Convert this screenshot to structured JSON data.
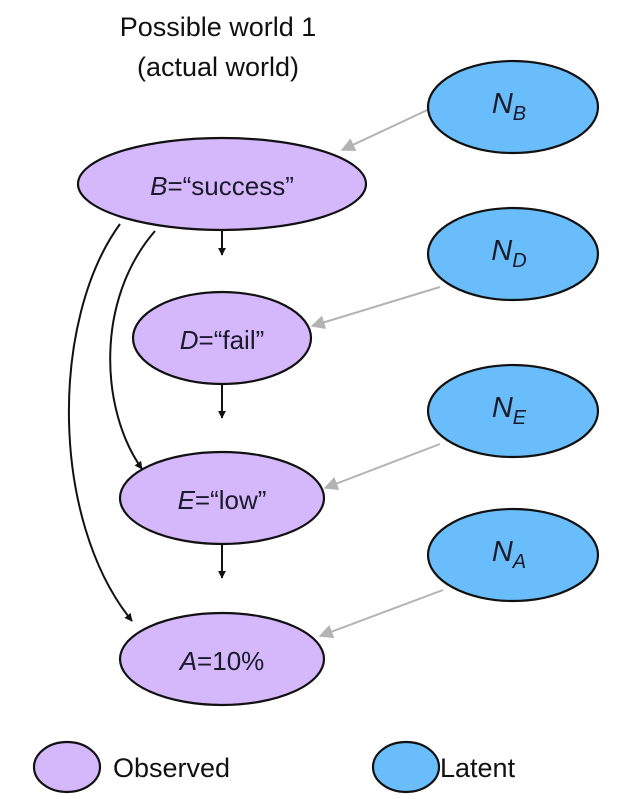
{
  "title": {
    "line1": "Possible world 1",
    "line2": "(actual world)"
  },
  "nodes": {
    "B": {
      "var": "B",
      "value": "=“success”",
      "type": "observed"
    },
    "D": {
      "var": "D",
      "value": "=“fail”",
      "type": "observed"
    },
    "E": {
      "var": "E",
      "value": "=“low”",
      "type": "observed"
    },
    "A": {
      "var": "A",
      "value": "=10%",
      "type": "observed"
    },
    "NB": {
      "var": "N",
      "sub": "B",
      "type": "latent"
    },
    "ND": {
      "var": "N",
      "sub": "D",
      "type": "latent"
    },
    "NE": {
      "var": "N",
      "sub": "E",
      "type": "latent"
    },
    "NA": {
      "var": "N",
      "sub": "A",
      "type": "latent"
    }
  },
  "edges": [
    {
      "from": "B",
      "to": "D",
      "style": "causal"
    },
    {
      "from": "D",
      "to": "E",
      "style": "causal"
    },
    {
      "from": "E",
      "to": "A",
      "style": "causal"
    },
    {
      "from": "B",
      "to": "E",
      "style": "causal"
    },
    {
      "from": "B",
      "to": "A",
      "style": "causal"
    },
    {
      "from": "NB",
      "to": "B",
      "style": "noise"
    },
    {
      "from": "ND",
      "to": "D",
      "style": "noise"
    },
    {
      "from": "NE",
      "to": "E",
      "style": "noise"
    },
    {
      "from": "NA",
      "to": "A",
      "style": "noise"
    }
  ],
  "legend": {
    "observed_label": "Observed",
    "latent_label": "Latent"
  },
  "colors": {
    "observed": "#d4b8fb",
    "latent": "#69bdfb",
    "causal_edge": "#111111",
    "noise_edge": "#b3b3b3"
  }
}
